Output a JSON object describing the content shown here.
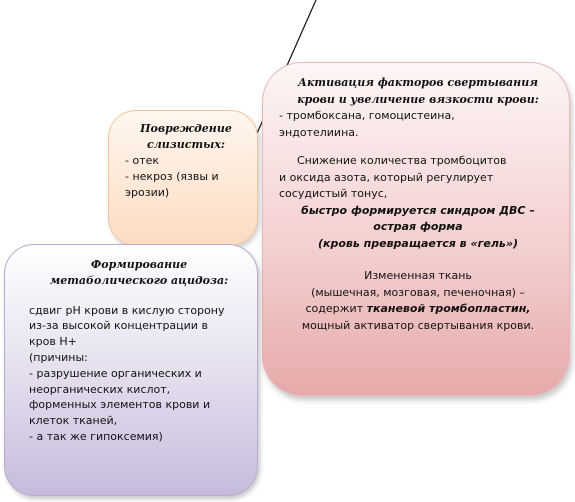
{
  "mucosa": {
    "title_line1": "Повреждение",
    "title_line2": "слизистых:",
    "items": [
      "- отек",
      "- некроз (язвы и",
      "эрозии)"
    ]
  },
  "coagulation": {
    "title_line1": "Активация факторов свертывания",
    "title_line2": "крови и увеличение вязкости крови:",
    "factors_line1": "- тромбоксана, гомоцистеина,",
    "factors_line2": "эндотелиина.",
    "para2_line1": "Снижение количества тромбоцитов",
    "para2_line2": "и оксида азота, который регулирует",
    "para2_line3": "сосудистый тонус,",
    "dic_line1": "быстро формируется синдром ДВС –",
    "dic_line2": "острая форма",
    "dic_line3": "(кровь превращается в «гель»)",
    "tissue_line1": "Измененная ткань",
    "tissue_line2": "(мышечная, мозговая, печеночная) –",
    "tissue_line3_pre": "содержит",
    "tissue_line3_em": "тканевой тромбопластин,",
    "tissue_line4": "мощный активатор свертывания крови."
  },
  "acidosis": {
    "title_line1": "Формирование",
    "title_line2": "метаболического ацидоза:",
    "lines": [
      "сдвиг pH крови в кислую сторону",
      "из-за высокой концентрации в",
      "кров Н+",
      "(причины:",
      "-  разрушение органических и",
      "неорганических кислот,",
      "форменных элементов крови и",
      "клеток тканей,",
      "- а так же гипоксемия)"
    ]
  }
}
